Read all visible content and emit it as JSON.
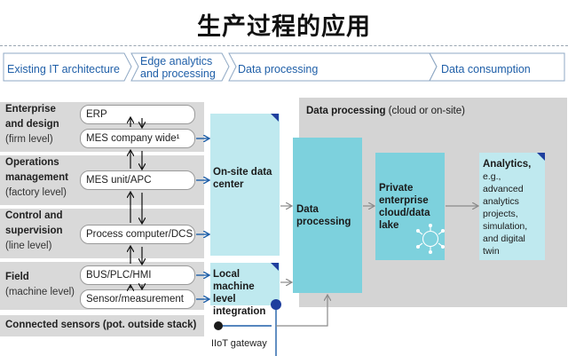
{
  "title": "生产过程的应用",
  "header": {
    "stages": [
      "Existing IT architecture",
      "Edge analytics\nand processing",
      "Data processing",
      "Data consumption"
    ]
  },
  "levels": [
    {
      "title": "Enterprise\nand design",
      "sub": "(firm level)"
    },
    {
      "title": "Operations\nmanagement",
      "sub": "(factory level)"
    },
    {
      "title": "Control and\nsupervision",
      "sub": "(line level)"
    },
    {
      "title": "Field",
      "sub": "(machine level)"
    }
  ],
  "connected_sensors": "Connected sensors (pot. outside stack)",
  "systems": {
    "erp": "ERP",
    "mes_company": "MES company wide¹",
    "mes_unit": "MES unit/APC",
    "process_computer": "Process computer/DCS",
    "bus": "BUS/PLC/HMI",
    "sensor": "Sensor/measurement"
  },
  "edge": {
    "onsite": "On-site data\ncenter",
    "local": "Local machine\nlevel\nintegration",
    "gateway": "IIoT gateway"
  },
  "processing": {
    "area_title": "Data processing",
    "area_title_suffix": " (cloud or on-site)",
    "box": "Data\nprocessing",
    "lake": "Private\nenterprise\ncloud/data\nlake"
  },
  "consumption": {
    "title": "Analytics,",
    "body": "e.g.,\nadvanced\nanalytics\nprojects,\nsimulation,\nand digital\ntwin"
  },
  "colors": {
    "accent_blue": "#1f5fa8",
    "navy": "#1f3f9e",
    "cyan_light": "#bfe9ef",
    "teal": "#7dd1dd",
    "band_gray": "#d9d9d9"
  }
}
